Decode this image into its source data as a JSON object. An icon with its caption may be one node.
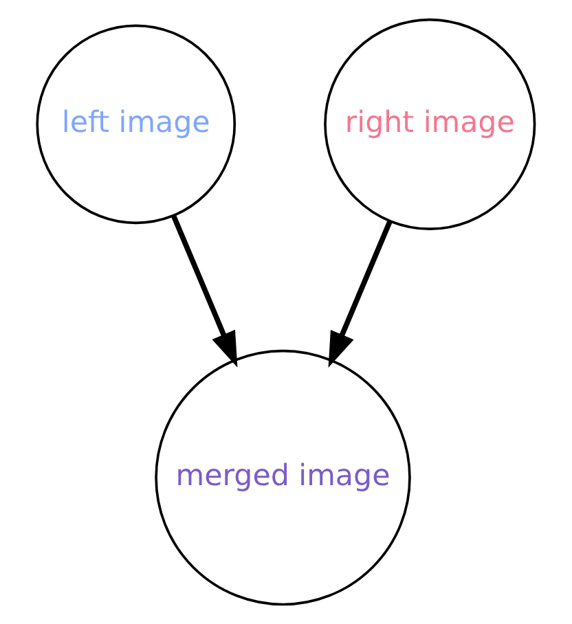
{
  "diagram": {
    "nodes": [
      {
        "text": [
          "left image"
        ]
      },
      {
        "text": [
          "right image"
        ]
      },
      {
        "text": [
          "merged image"
        ]
      }
    ],
    "edges": [
      {
        "from": 0,
        "to": 2,
        "arrow": "to"
      },
      {
        "from": 1,
        "to": 2,
        "arrow": "to"
      }
    ]
  }
}
